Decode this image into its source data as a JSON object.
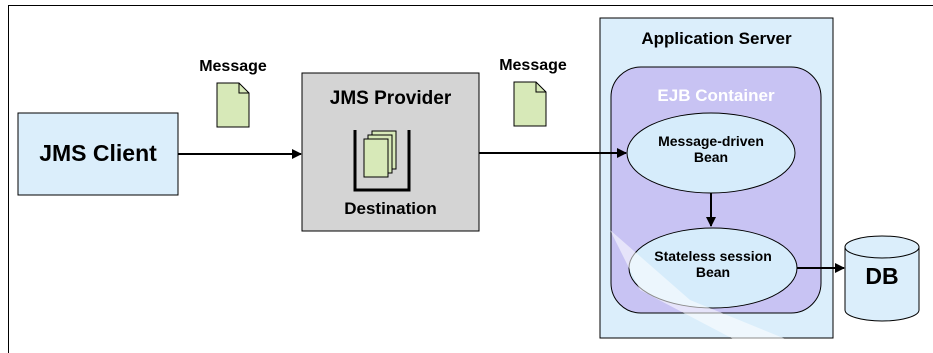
{
  "jms_client": {
    "label": "JMS Client"
  },
  "message_left": {
    "label": "Message"
  },
  "message_right": {
    "label": "Message"
  },
  "jms_provider": {
    "title": "JMS Provider",
    "destination_label": "Destination"
  },
  "application_server": {
    "title": "Application Server"
  },
  "ejb_container": {
    "title": "EJB Container"
  },
  "message_driven_bean": {
    "line1": "Message-driven",
    "line2": "Bean"
  },
  "stateless_session_bean": {
    "line1": "Stateless session",
    "line2": "Bean"
  },
  "db": {
    "label": "DB"
  },
  "colors": {
    "client_fill": "#dbeefb",
    "provider_fill": "#d4d4d4",
    "app_server_fill": "#dbeefb",
    "ejb_container_fill": "#c8c3f3",
    "bean_fill": "#d6ecfb",
    "message_icon_fill": "#d7e9b8",
    "db_fill": "#dbeefb"
  }
}
